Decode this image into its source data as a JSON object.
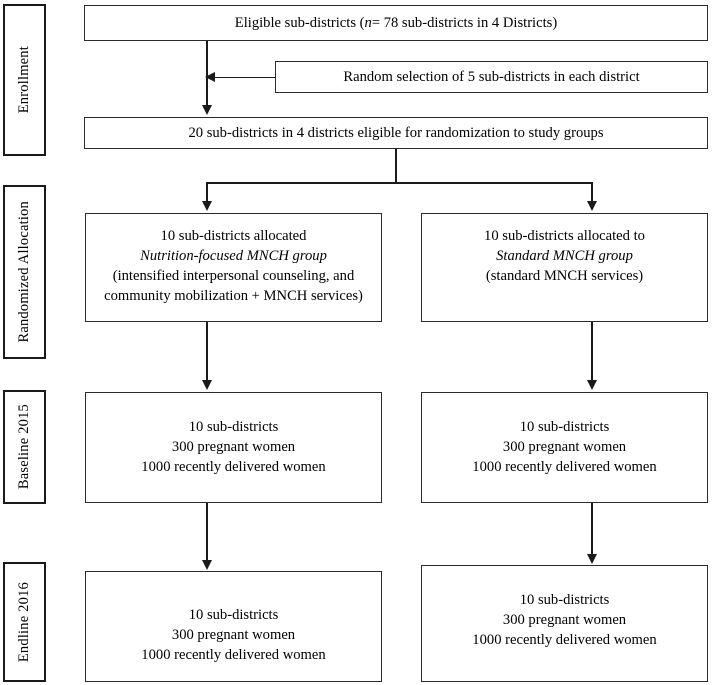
{
  "figure": {
    "type": "flowchart",
    "description": "CONSORT-style cluster randomized trial flow diagram"
  },
  "stages": [
    {
      "id": "enrollment",
      "label": "Enrollment"
    },
    {
      "id": "randomized-allocation",
      "label": "Randomized Allocation"
    },
    {
      "id": "baseline",
      "label": "Baseline 2015"
    },
    {
      "id": "endline",
      "label": "Endline 2016"
    }
  ],
  "nodes": {
    "eligible": {
      "text_prefix": "Eligible sub-districts (",
      "italic_n": "n",
      "text_suffix": "= 78 sub-districts in 4 Districts)"
    },
    "random_selection": {
      "text": "Random selection of 5 sub-districts in each district"
    },
    "randomization_pool": {
      "text": "20 sub-districts in 4 districts eligible for randomization to study groups"
    },
    "alloc_left": {
      "line1": "10 sub-districts allocated",
      "line2": "Nutrition-focused MNCH group",
      "line3": "(intensified interpersonal counseling, and",
      "line4": "community mobilization + MNCH services)"
    },
    "alloc_right": {
      "line1": "10 sub-districts allocated to",
      "line2": "Standard MNCH group",
      "line3": "(standard MNCH services)"
    },
    "baseline_left": {
      "line1": "10 sub-districts",
      "line2": "300 pregnant women",
      "line3": "1000 recently delivered women"
    },
    "baseline_right": {
      "line1": "10 sub-districts",
      "line2": "300 pregnant women",
      "line3": "1000 recently delivered women"
    },
    "endline_left": {
      "line1": "10 sub-districts",
      "line2": "300 pregnant women",
      "line3": "1000 recently delivered women"
    },
    "endline_right": {
      "line1": "10 sub-districts",
      "line2": "300 pregnant women",
      "line3": "1000 recently delivered women"
    }
  },
  "colors": {
    "stroke": "#1a1a1a",
    "box_border": "#2b2b2b",
    "background": "#ffffff",
    "text": "#000000"
  }
}
